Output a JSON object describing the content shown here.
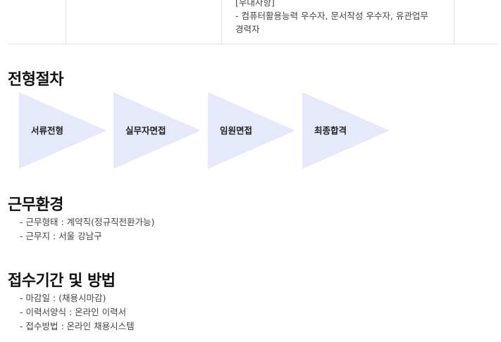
{
  "top_cell": {
    "lines": [
      "[우대사항]",
      "- 컴퓨터활용능력 우수자, 문서작성 우수자, 유관업무",
      "경력자"
    ]
  },
  "process": {
    "title": "전형절차",
    "steps": [
      "서류전형",
      "실무자면접",
      "임원면접",
      "최종합격"
    ],
    "arrow_color": "#e6e9fc"
  },
  "environment": {
    "title": "근무환경",
    "items": [
      "- 근무형태 : 계약직(정규직전환가능)",
      "- 근무지 : 서울 강남구"
    ]
  },
  "application": {
    "title": "접수기간 및 방법",
    "items": [
      "- 마감일 : (채용시마감)",
      "- 이력서양식 : 온라인 이력서",
      "- 접수방법 : 온라인 채용시스템"
    ]
  }
}
